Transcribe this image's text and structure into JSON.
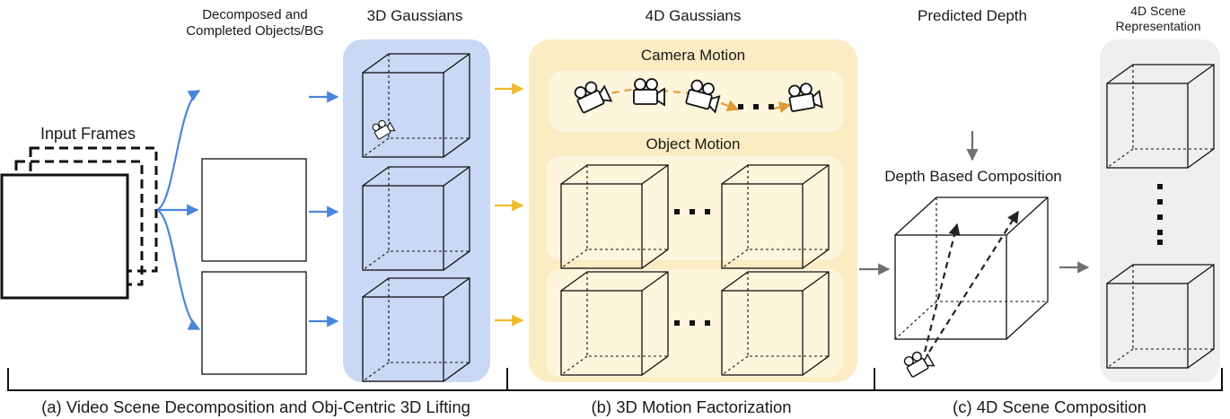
{
  "stages": {
    "decomposed_title_line1": "Decomposed and",
    "decomposed_title_line2": "Completed Objects/BG",
    "gaussians_3d_title": "3D Gaussians",
    "gaussians_4d_title": "4D Gaussians",
    "predicted_depth_title": "Predicted Depth",
    "scene_repr_title_line1": "4D Scene",
    "scene_repr_title_line2": "Representation"
  },
  "labels": {
    "input_frames": "Input Frames",
    "camera_motion": "Camera Motion",
    "object_motion": "Object Motion",
    "depth_composition": "Depth Based Composition"
  },
  "captions": {
    "a": "(a) Video Scene Decomposition and Obj-Centric 3D Lifting",
    "b": "(b) 3D Motion Factorization",
    "c": "(c) 4D Scene Composition"
  },
  "icons": [
    "camera-icon",
    "ellipsis-icon",
    "arrow-icon",
    "cube-icon"
  ],
  "colors": {
    "blue_panel": "#c9d8f4",
    "blue_arrow": "#4a86d8",
    "yellow_panel": "#fcecc4",
    "yellow_inner": "#fdf5dc",
    "yellow_arrow": "#efbb2c",
    "camera_trajectory": "#e39a3a",
    "gray_panel": "#efefef",
    "gray_arrow": "#707070"
  }
}
